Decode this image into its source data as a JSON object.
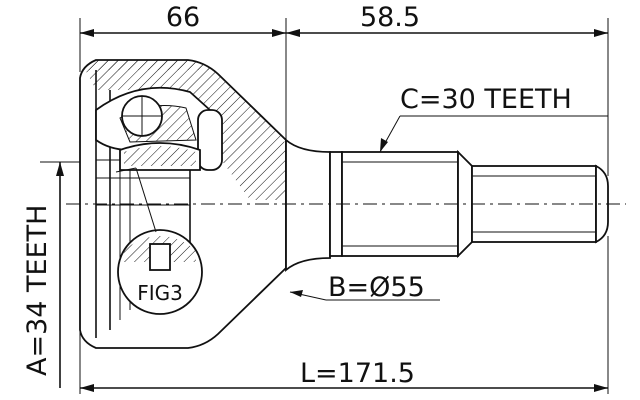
{
  "drawing": {
    "dim_top_left": "66",
    "dim_top_right": "58.5",
    "spline_c": "C=30 TEETH",
    "spline_a": "A=34 TEETH",
    "diameter_b": "B=Ø55",
    "length_l": "L=171.5",
    "fig_ref": "FIG3"
  }
}
